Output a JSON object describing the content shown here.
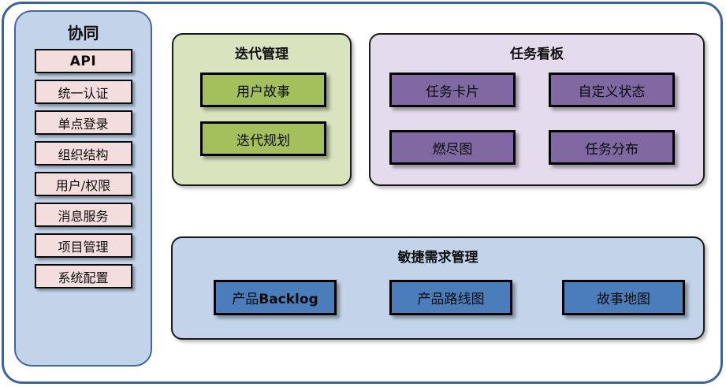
{
  "diagram": {
    "sidebar": {
      "title": "协同",
      "items": [
        {
          "label": "API",
          "emphasis": "bold-latin"
        },
        {
          "label": "统一认证",
          "emphasis": "normal"
        },
        {
          "label": "单点登录",
          "emphasis": "normal"
        },
        {
          "label": "组织结构",
          "emphasis": "normal"
        },
        {
          "label": "用户/权限",
          "emphasis": "normal"
        },
        {
          "label": "消息服务",
          "emphasis": "normal"
        },
        {
          "label": "项目管理",
          "emphasis": "normal"
        },
        {
          "label": "系统配置",
          "emphasis": "normal"
        }
      ]
    },
    "groups": {
      "iteration": {
        "title": "迭代管理",
        "nodes": [
          {
            "label": "用户故事"
          },
          {
            "label": "迭代规划"
          }
        ]
      },
      "taskboard": {
        "title": "任务看板",
        "nodes": [
          {
            "label": "任务卡片"
          },
          {
            "label": "自定义状态"
          },
          {
            "label": "燃尽图"
          },
          {
            "label": "任务分布"
          }
        ]
      },
      "agile": {
        "title": "敏捷需求管理",
        "nodes": [
          {
            "label": "产品Backlog",
            "cjk": "产品",
            "latin": "Backlog"
          },
          {
            "label": "产品路线图"
          },
          {
            "label": "故事地图"
          }
        ]
      }
    },
    "colors": {
      "frame_border": "#3d6398",
      "sidebar_fill": "#c3d4ea",
      "sidebar_border": "#43679d",
      "sidebar_item_fill": "#f3dddd",
      "iteration_panel_fill": "#d7e4bd",
      "iteration_node_fill": "#a4c05c",
      "taskboard_panel_fill": "#e4dced",
      "taskboard_node_fill": "#8069a2",
      "agile_panel_fill": "#c3d4ea",
      "agile_node_fill": "#4a7dba",
      "node_border": "#000000",
      "text": "#0b0b0b"
    }
  }
}
